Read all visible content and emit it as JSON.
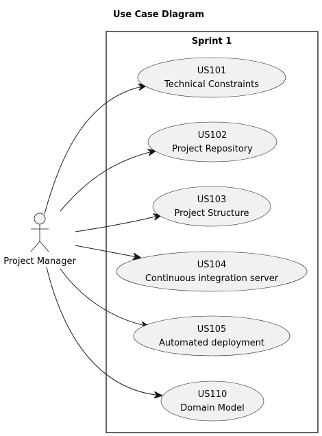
{
  "diagram": {
    "title": "Use Case Diagram",
    "package": {
      "label": "Sprint 1"
    },
    "actor": {
      "name": "Project Manager"
    },
    "use_cases": [
      {
        "id": "US101",
        "name": "Technical Constraints"
      },
      {
        "id": "US102",
        "name": "Project Repository"
      },
      {
        "id": "US103",
        "name": "Project Structure"
      },
      {
        "id": "US104",
        "name": "Continuous integration server"
      },
      {
        "id": "US105",
        "name": "Automated deployment"
      },
      {
        "id": "US110",
        "name": "Domain Model"
      }
    ],
    "associations": [
      {
        "from": "Project Manager",
        "to": "US101"
      },
      {
        "from": "Project Manager",
        "to": "US102"
      },
      {
        "from": "Project Manager",
        "to": "US103"
      },
      {
        "from": "Project Manager",
        "to": "US104"
      },
      {
        "from": "Project Manager",
        "to": "US105"
      },
      {
        "from": "Project Manager",
        "to": "US110"
      }
    ],
    "colors": {
      "use_case_fill": "#f1f1f1",
      "stroke": "#181818",
      "background": "#ffffff"
    }
  }
}
